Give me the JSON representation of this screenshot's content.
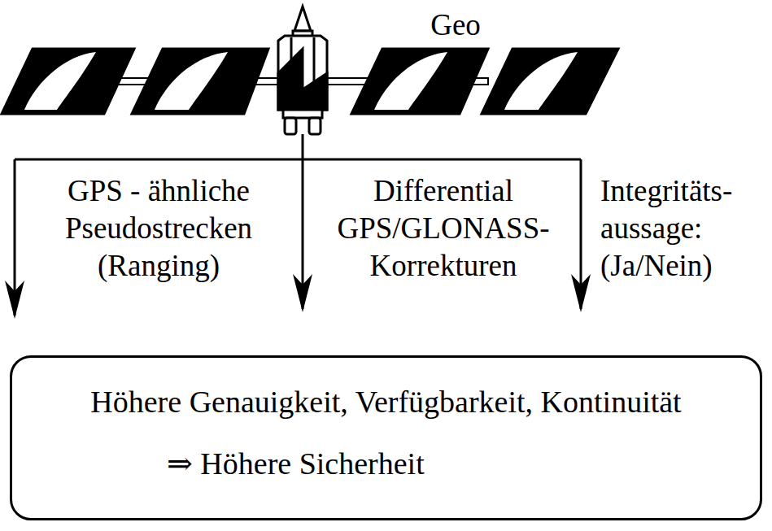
{
  "diagram": {
    "nodes": [
      {
        "text": [
          "Höhere Genauigkeit, Verfügbarkeit, Kontinuität",
          "⇒ Höhere Sicherheit"
        ]
      }
    ],
    "labels": [
      "Geo",
      "GPS - ähnliche Pseudostrecken (Ranging)",
      "Differential GPS/GLONASS-Korrekturen",
      "Integritäts- aussage: (Ja/Nein)"
    ]
  }
}
